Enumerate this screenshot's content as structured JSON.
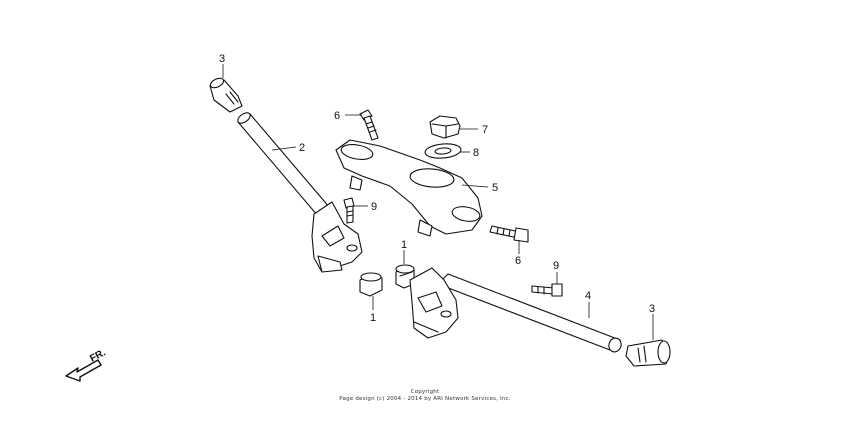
{
  "callouts": [
    {
      "id": "c1a",
      "label": "1"
    },
    {
      "id": "c1b",
      "label": "1"
    },
    {
      "id": "c2",
      "label": "2"
    },
    {
      "id": "c3a",
      "label": "3"
    },
    {
      "id": "c3b",
      "label": "3"
    },
    {
      "id": "c4",
      "label": "4"
    },
    {
      "id": "c5",
      "label": "5"
    },
    {
      "id": "c6a",
      "label": "6"
    },
    {
      "id": "c6b",
      "label": "6"
    },
    {
      "id": "c7",
      "label": "7"
    },
    {
      "id": "c8",
      "label": "8"
    },
    {
      "id": "c9a",
      "label": "9"
    },
    {
      "id": "c9b",
      "label": "9"
    }
  ],
  "direction_label": "FR.",
  "copyright": {
    "line1": "Copyright",
    "line2": "Page design (c) 2004 - 2014 by ARI Network Services, Inc."
  },
  "colors": {
    "line": "#111111",
    "background": "#ffffff"
  }
}
